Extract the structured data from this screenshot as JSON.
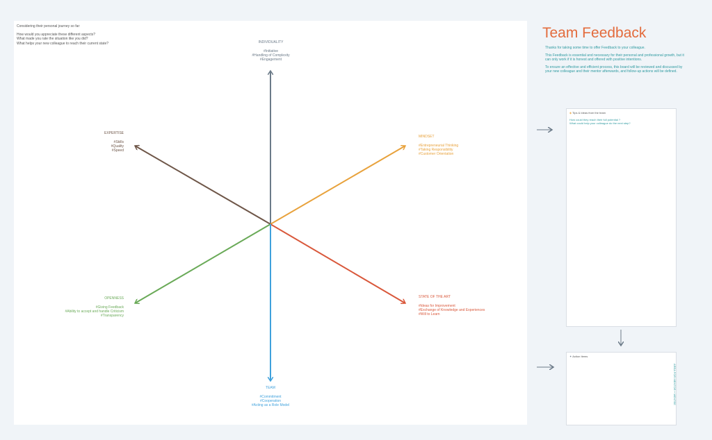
{
  "intro": {
    "line1": "Considering their personal journey so far:",
    "line2": "How would you appreciate these different aspects?",
    "line3": "What made you rate the situation like you did?",
    "line4": "What helps your new colleague to reach their current state?"
  },
  "axes": {
    "individuality": {
      "title": "INDIVIDUALITY",
      "items": [
        "#Initiative",
        "#Handling of Complexity",
        "#Engagement"
      ],
      "color": "#6b7a88"
    },
    "expertise": {
      "title": "EXPERTISE",
      "items": [
        "#Skills",
        "#Quality",
        "#Speed"
      ],
      "color": "#6e5648"
    },
    "mindset": {
      "title": "MINDSET",
      "items": [
        "#Entrepreneurial Thinking",
        "#Taking Responsibility",
        "#Customer Orientation"
      ],
      "color": "#e8a23c"
    },
    "openness": {
      "title": "OPENNESS",
      "items": [
        "#Giving Feedback",
        "#Ability to accept and handle Criticism",
        "#Transparency"
      ],
      "color": "#6aaa58"
    },
    "state_of_the_art": {
      "title": "STATE OF THE ART",
      "items": [
        "#Ideas for Improvement",
        "#Exchange of Knowledge and Experiences",
        "#Will to Learn"
      ],
      "color": "#d9583b"
    },
    "team": {
      "title": "TEAM",
      "items": [
        "#Commitment",
        "#Cooperation",
        "#Acting as a Role Model"
      ],
      "color": "#3fa1dc"
    }
  },
  "header": {
    "title": "Team Feedback"
  },
  "description": {
    "p1": "Thanks for taking some time to offer Feedback to your colleague.",
    "p2": "This Feedback is essential and necessary for their personal and professional growth, but it can only work if it is honest and offered with positive intentions.",
    "p3": "To ensure an effective and efficient process, this board will be reviewed and discussed by your new colleague and their mentor afterwards, and follow-up actions will be defined."
  },
  "tips_card": {
    "title": "Tips & Ideas from the team",
    "line1": "How could they reach their full potential ?",
    "line2": "What could help your colleague do the next step?"
  },
  "actions_card": {
    "title": "Action Items"
  },
  "side_label": "AREA FOR MENTOR + MENTEE"
}
